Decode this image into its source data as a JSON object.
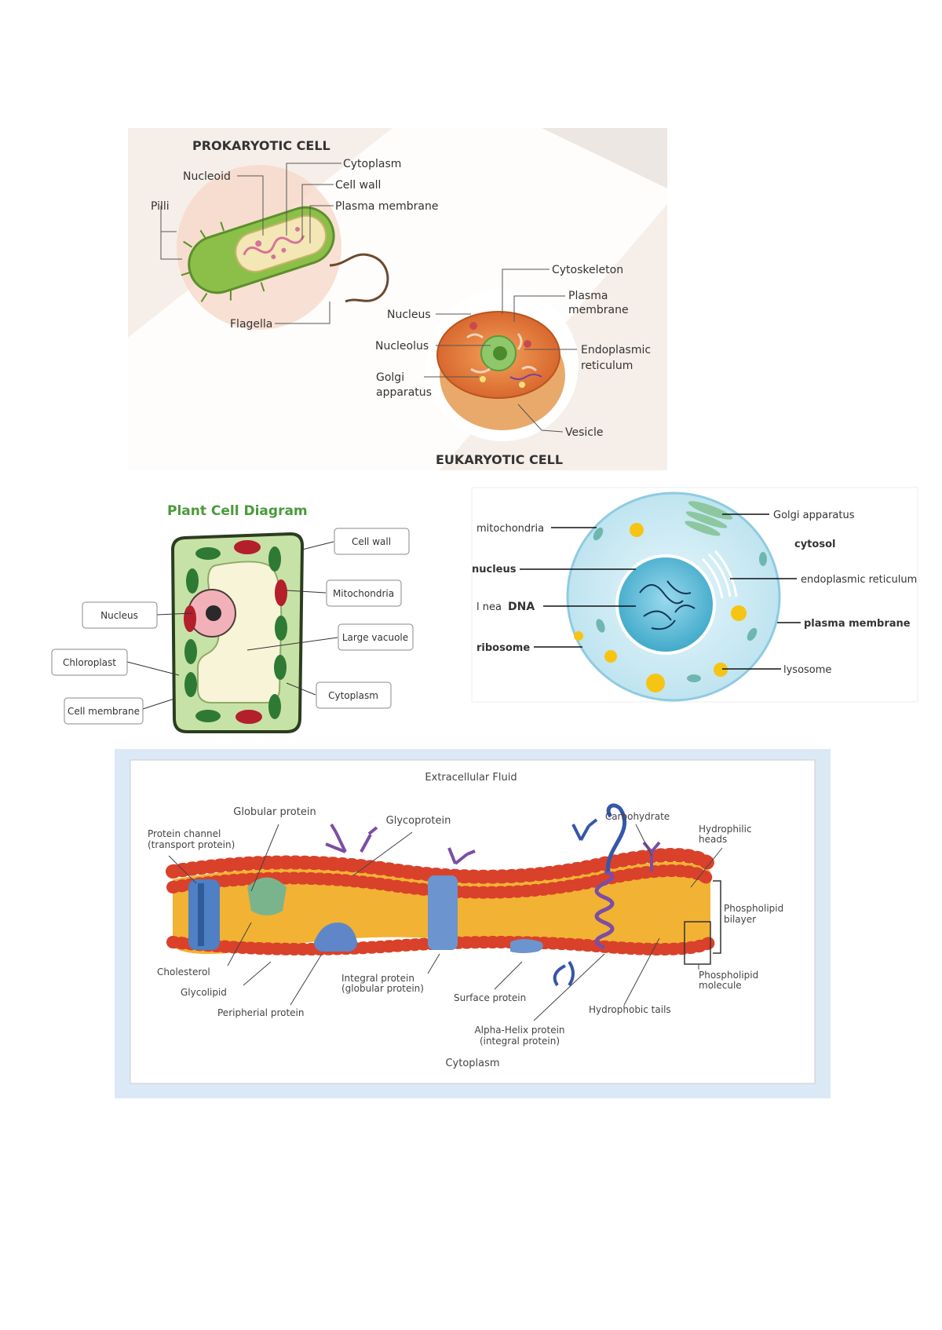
{
  "prokaryote": {
    "title": "PROKARYOTIC CELL",
    "labels": {
      "cytoplasm": "Cytoplasm",
      "nucleoid": "Nucleoid",
      "cell_wall": "Cell wall",
      "pilli": "Pilli",
      "plasma_membrane": "Plasma membrane",
      "flagella": "Flagella"
    }
  },
  "eukaryote": {
    "title": "EUKARYOTIC CELL",
    "labels": {
      "cytoskeleton": "Cytoskeleton",
      "plasma_membrane_1": "Plasma",
      "plasma_membrane_2": "membrane",
      "nucleus": "Nucleus",
      "nucleolus": "Nucleolus",
      "er_1": "Endoplasmic",
      "er_2": "reticulum",
      "golgi_1": "Golgi",
      "golgi_2": "apparatus",
      "vesicle": "Vesicle"
    }
  },
  "plant_cell": {
    "title": "Plant Cell Diagram",
    "labels": {
      "cell_wall": "Cell wall",
      "mitochondria": "Mitochondria",
      "nucleus": "Nucleus",
      "large_vacuole": "Large vacuole",
      "chloroplast": "Chloroplast",
      "cytoplasm": "Cytoplasm",
      "cell_membrane": "Cell membrane"
    }
  },
  "animal_cell": {
    "labels": {
      "mitochondria": "mitochondria",
      "golgi": "Golgi apparatus",
      "cytosol": "cytosol",
      "nucleus": "nucleus",
      "er": "endoplasmic reticulum",
      "linear_dna_prefix": "l nea",
      "linear_dna": "DNA",
      "plasma_membrane": "plasma membrane",
      "ribosome": "ribosome",
      "lysosome": "lysosome"
    }
  },
  "membrane": {
    "labels": {
      "extracellular": "Extracellular Fluid",
      "globular_protein": "Globular protein",
      "glycoprotein": "Glycoprotein",
      "carbohydrate": "Carbohydrate",
      "protein_channel_1": "Protein channel",
      "protein_channel_2": "(transport protein)",
      "hydrophilic_1": "Hydrophilic",
      "hydrophilic_2": "heads",
      "phospholipid_bilayer_1": "Phospholipid",
      "phospholipid_bilayer_2": "bilayer",
      "cholesterol": "Cholesterol",
      "glycolipid": "Glycolipid",
      "peripheral_protein": "Peripherial protein",
      "integral_protein_1": "Integral protein",
      "integral_protein_2": "(globular protein)",
      "surface_protein": "Surface protein",
      "hydrophobic_tails": "Hydrophobic tails",
      "phospholipid_molecule_1": "Phospholipid",
      "phospholipid_molecule_2": "molecule",
      "alpha_helix_1": "Alpha-Helix protein",
      "alpha_helix_2": "(integral protein)",
      "cytoplasm": "Cytoplasm"
    }
  }
}
